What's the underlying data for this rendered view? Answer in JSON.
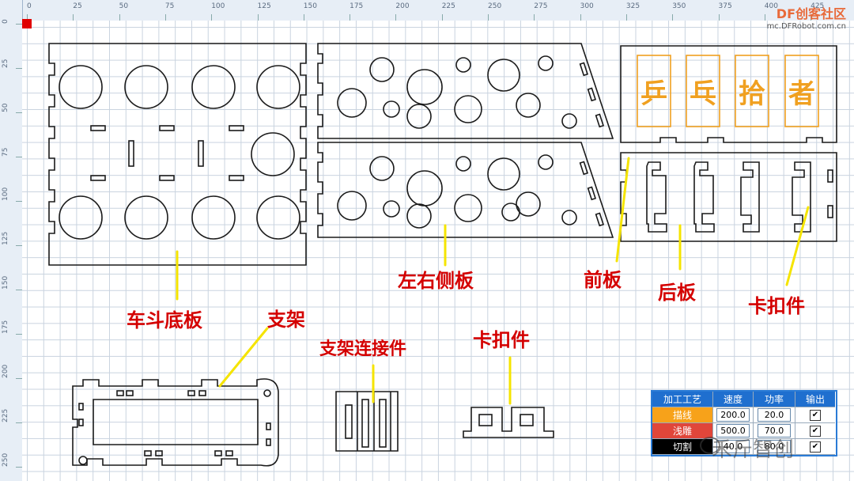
{
  "ruler": {
    "top_ticks": [
      "0",
      "25",
      "50",
      "75",
      "100",
      "125",
      "150",
      "175",
      "200",
      "225",
      "250",
      "275",
      "300",
      "325",
      "350",
      "375",
      "400",
      "425"
    ],
    "left_ticks": [
      "0",
      "25",
      "50",
      "75",
      "100",
      "125",
      "150",
      "175",
      "200",
      "225",
      "250"
    ]
  },
  "watermark": {
    "brand": "DF创客社区",
    "url": "mc.DFRobot.com.cn",
    "bottom_text": "禾斤智创"
  },
  "engraving": [
    "乒",
    "乓",
    "拾",
    "者"
  ],
  "callouts": {
    "bed_floor": "车斗底板",
    "side_panels": "左右侧板",
    "front_panel": "前板",
    "back_panel": "后板",
    "clip_parts_right": "卡扣件",
    "bracket": "支架",
    "bracket_connector": "支架连接件",
    "clip_parts_bottom": "卡扣件"
  },
  "process_table": {
    "headers": [
      "加工工艺",
      "速度",
      "功率",
      "输出"
    ],
    "rows": [
      {
        "name": "描线",
        "speed": "200.0",
        "power": "20.0",
        "output": true,
        "color": "#f7a21a"
      },
      {
        "name": "浅雕",
        "speed": "500.0",
        "power": "70.0",
        "output": true,
        "color": "#e0463a"
      },
      {
        "name": "切割",
        "speed": "40.0",
        "power": "80.0",
        "output": true,
        "color": "#000000"
      }
    ]
  },
  "colors": {
    "cut": "#1a1a1a",
    "engrave": "#f0a020",
    "pointer": "#f5e400",
    "callout": "#d40000",
    "grid": "#c9d3df",
    "table_header": "#1f6fcf"
  }
}
